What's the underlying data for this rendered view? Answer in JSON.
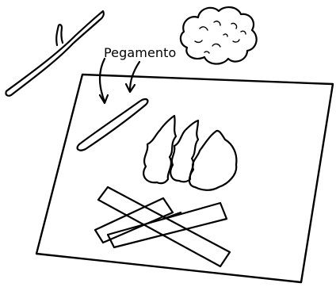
{
  "illustration": {
    "glue_label": "Pegamento",
    "line_color": "#000000",
    "background_color": "#ffffff",
    "objects": [
      "twig",
      "cotton-ball",
      "paper-sheet",
      "glue-line",
      "flame-cutouts",
      "log-sticks",
      "arrows"
    ]
  }
}
